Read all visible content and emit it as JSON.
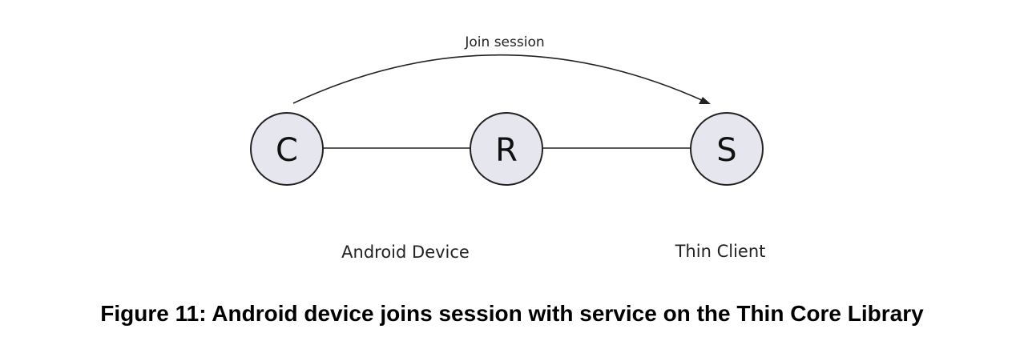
{
  "diagram": {
    "arc_label": "Join session",
    "nodes": {
      "c": "C",
      "r": "R",
      "s": "S"
    },
    "labels": {
      "android_device": "Android Device",
      "thin_client": "Thin Client"
    },
    "colors": {
      "node_fill": "#e6e6ee",
      "stroke": "#222222"
    }
  },
  "caption": "Figure 11: Android device joins session with service on the Thin Core Library"
}
